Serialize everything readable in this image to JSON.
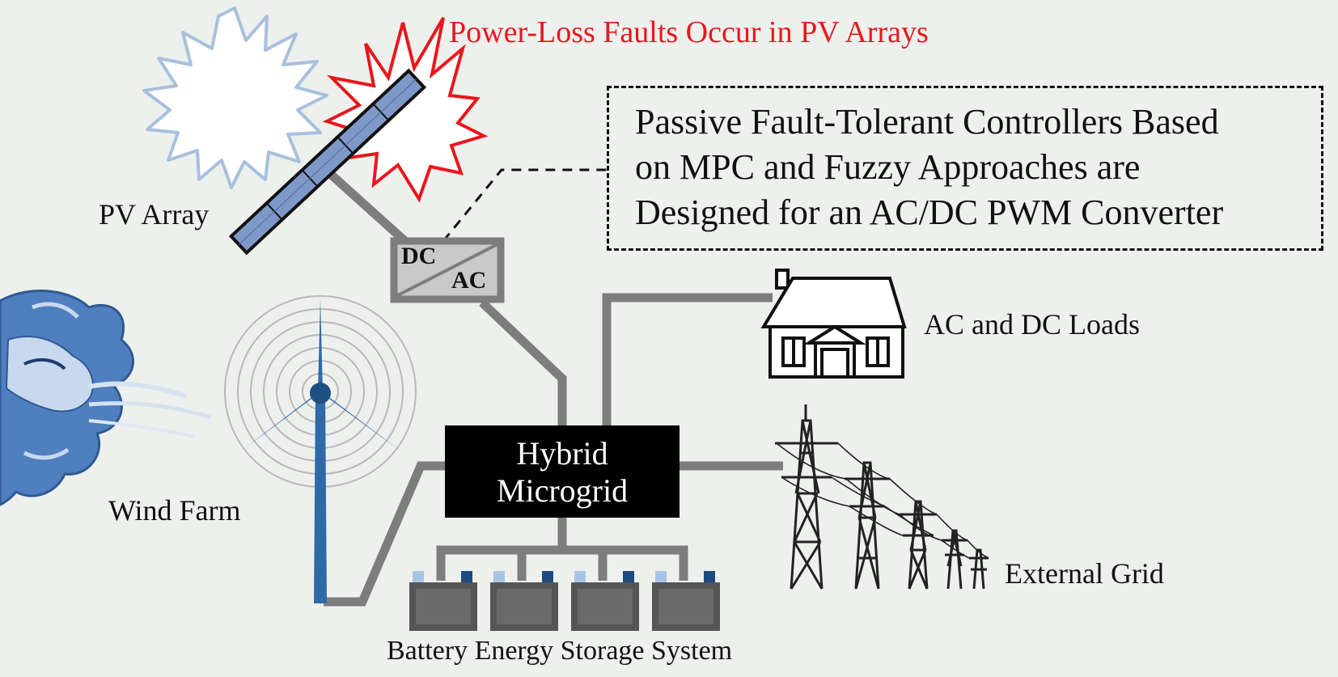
{
  "fault": {
    "title": "Power-Loss Faults Occur in PV Arrays"
  },
  "controller": {
    "lines": [
      "Passive Fault-Tolerant Controllers Based",
      "on MPC and Fuzzy Approaches are",
      "Designed for an AC/DC PWM Converter"
    ]
  },
  "converter": {
    "dc": "DC",
    "ac": "AC"
  },
  "hub": {
    "line1": "Hybrid",
    "line2": "Microgrid"
  },
  "labels": {
    "pv": "PV Array",
    "wind": "Wind Farm",
    "loads": "AC and DC Loads",
    "grid": "External Grid",
    "bess": "Battery Energy Storage System"
  },
  "icons": [
    "sun-icon",
    "fault-burst-icon",
    "solar-panel-icon",
    "wind-god-icon",
    "wind-turbine-icon",
    "house-icon",
    "transmission-tower-icon",
    "battery-icon"
  ],
  "colors": {
    "fault": "#e8171c",
    "line": "#7d7d7d",
    "hub": "#000000",
    "panel": "#7e98c8",
    "turbine": "#2e6aa6",
    "wind": "#4f7fbf"
  }
}
